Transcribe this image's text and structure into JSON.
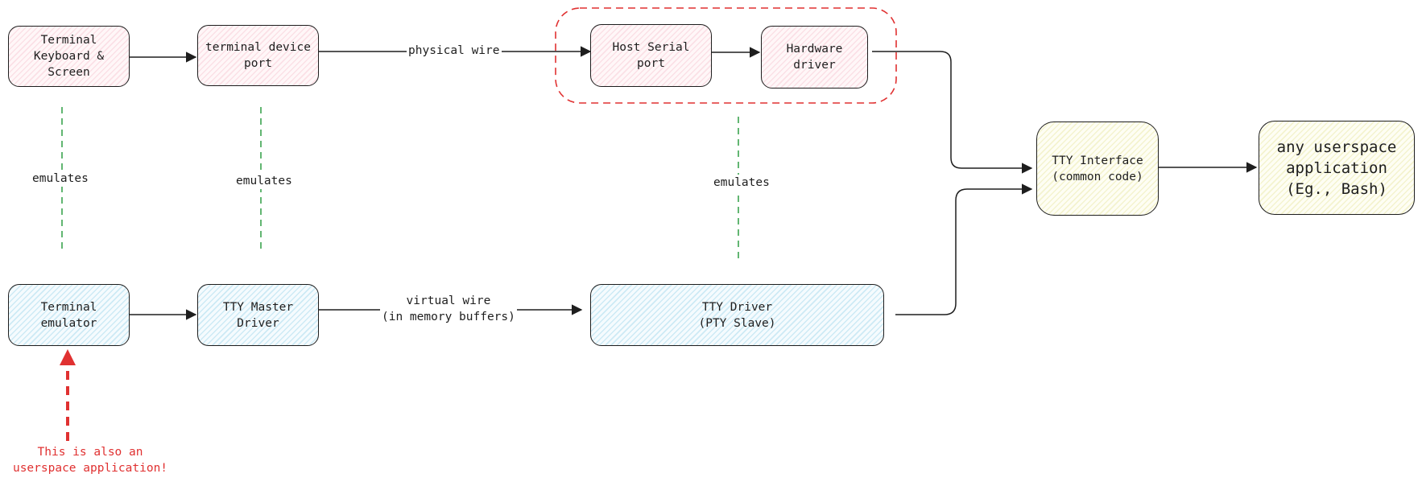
{
  "nodes": {
    "terminal_keyboard_screen": "Terminal\nKeyboard &\nScreen",
    "terminal_device_port": "terminal device\nport",
    "host_serial_port": "Host Serial\nport",
    "hardware_driver": "Hardware\ndriver",
    "tty_interface": "TTY Interface\n(common code)",
    "any_userspace_application": "any userspace\napplication\n(Eg., Bash)",
    "terminal_emulator": "Terminal\nemulator",
    "tty_master_driver": "TTY Master\nDriver",
    "tty_driver_pty_slave": "TTY Driver\n(PTY Slave)"
  },
  "edge_labels": {
    "physical_wire": "physical wire",
    "virtual_wire": "virtual wire\n(in memory buffers)",
    "emulates_1": "emulates",
    "emulates_2": "emulates",
    "emulates_3": "emulates"
  },
  "annotations": {
    "userspace_note": "This is also an\nuserspace application!"
  },
  "colors": {
    "stroke": "#1e1e1e",
    "emulates_line": "#2f9e44",
    "highlight": "#e03131",
    "hardware_fill": "#fbe0e6",
    "software_fill": "#cdeaf5",
    "common_fill": "#f4f3cf"
  }
}
